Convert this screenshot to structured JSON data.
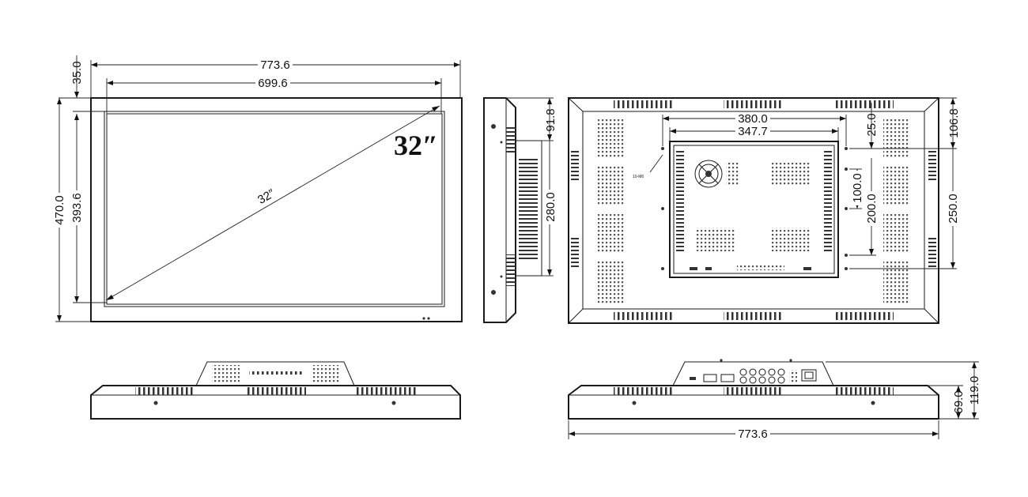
{
  "front_view": {
    "overall_width": "773.6",
    "screen_width": "699.6",
    "top_bezel": "35.0",
    "overall_height": "470.0",
    "screen_height": "393.6",
    "diagonal_badge": "32″",
    "diagonal_label": "32″"
  },
  "side_view": {
    "depth": "91.8",
    "bracket_height": "280.0"
  },
  "rear_view": {
    "width_380": "380.0",
    "width_347": "347.7",
    "offset_25": "25.0",
    "offset_106": "106.8",
    "spacing_100": "100.0",
    "spacing_200": "200.0",
    "height_250": "250.0",
    "screw_label": "10-M6"
  },
  "bottom_view": {
    "overall_width": "773.6",
    "depth_69": "69.0",
    "depth_119": "119.0"
  }
}
